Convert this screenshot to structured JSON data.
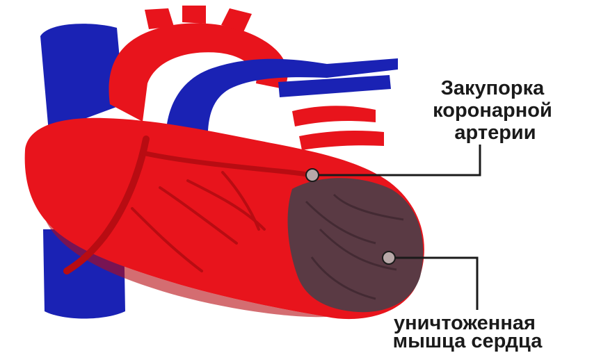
{
  "labels": {
    "blockage": {
      "lines": [
        "Закупорка",
        "коронарной",
        "артерии"
      ]
    },
    "damaged_muscle": {
      "lines": [
        "уничтоженная",
        "мышца сердца"
      ]
    }
  },
  "colors": {
    "heart_red": "#e8141c",
    "heart_dark_red": "#b80c12",
    "vessel_blue": "#1a22b4",
    "vessel_blue_dark": "#10168a",
    "damaged_tissue": "#5a3a44",
    "label_line": "#1a1a1a",
    "marker_fill": "#b8a8a8"
  }
}
